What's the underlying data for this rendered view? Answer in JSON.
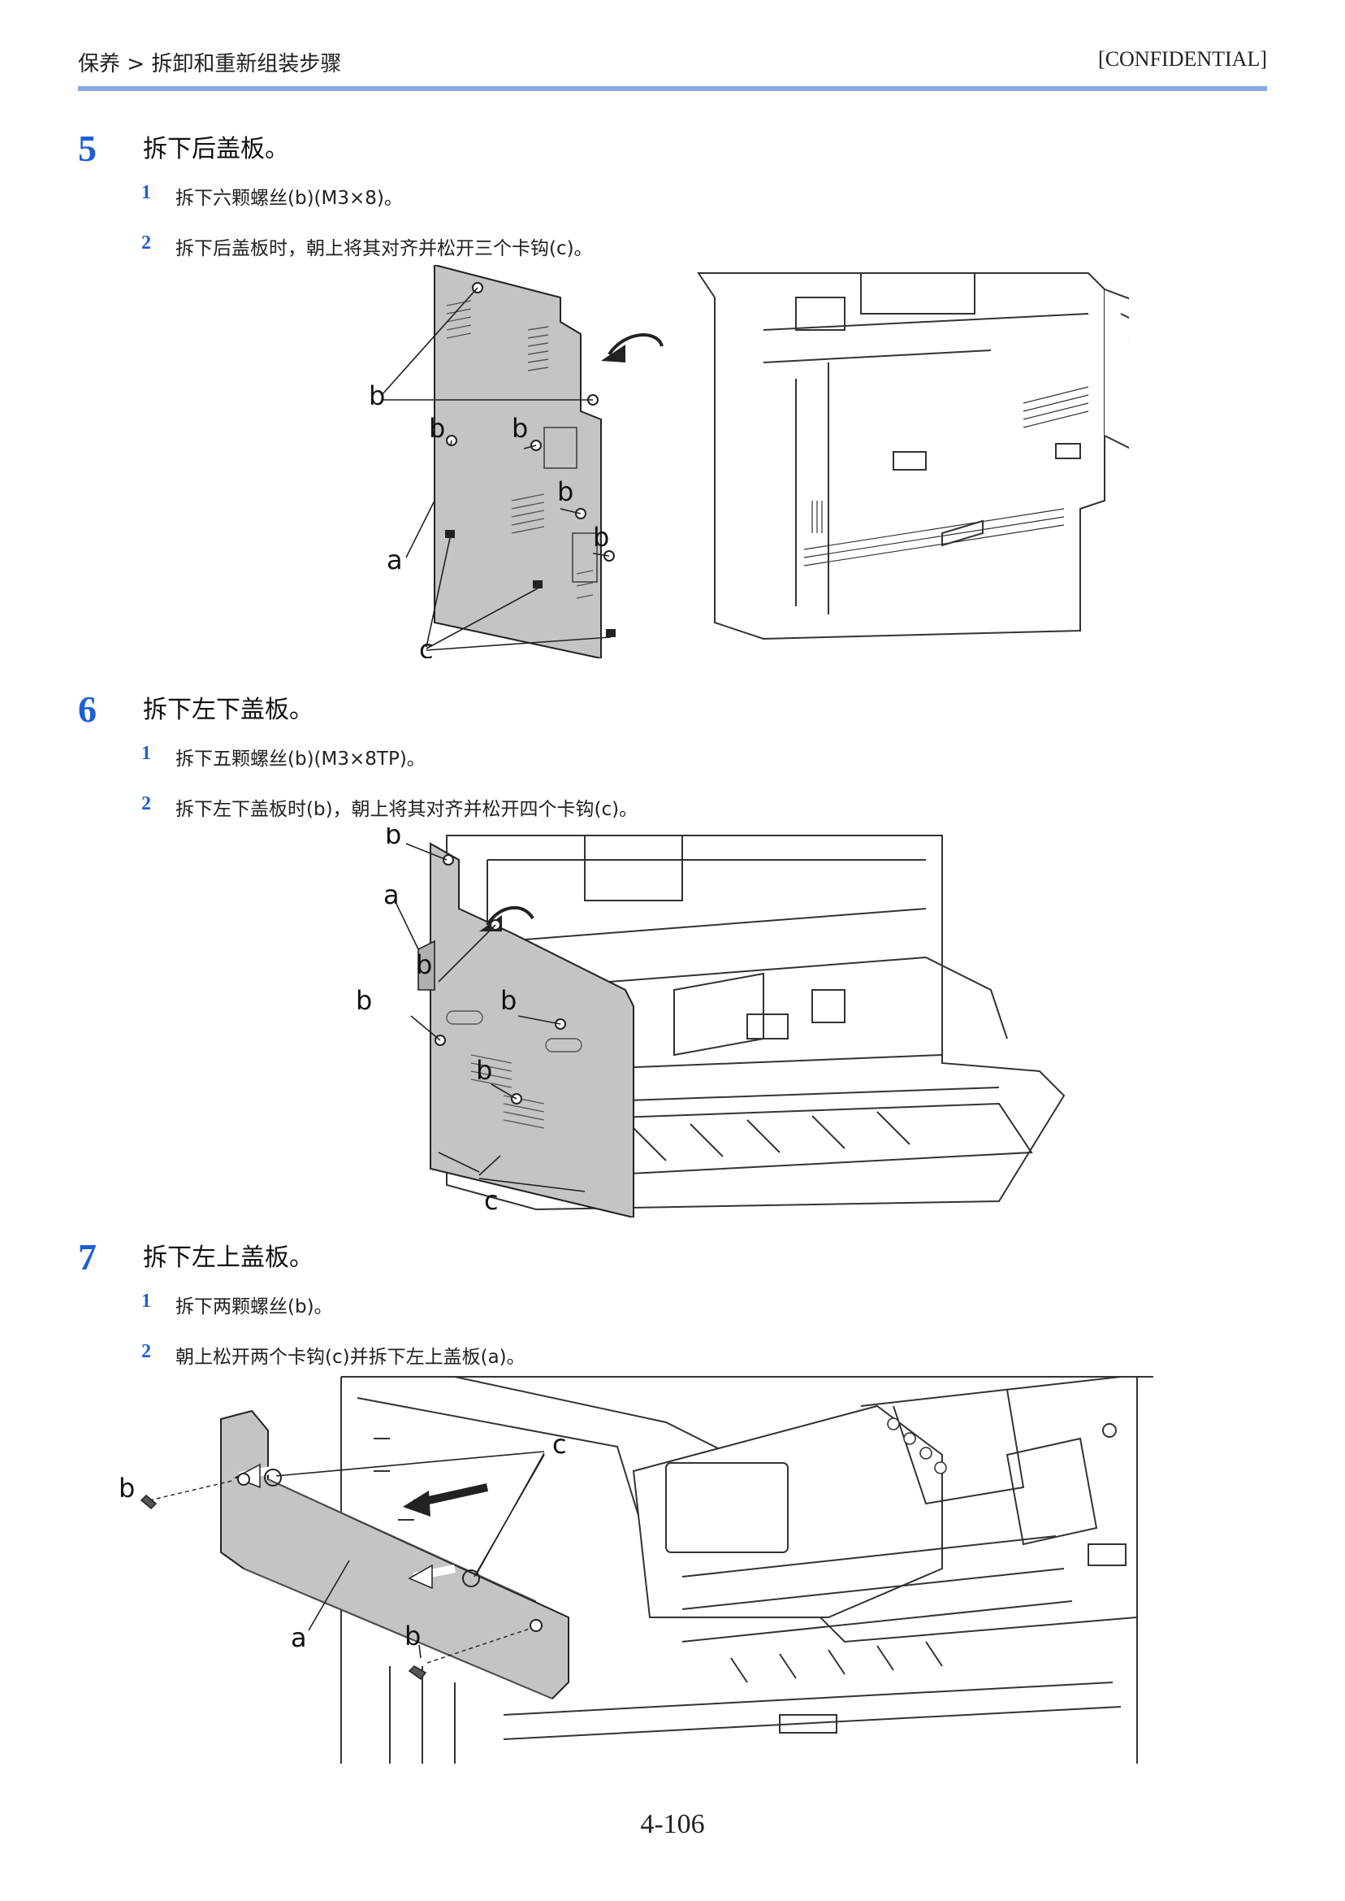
{
  "header": {
    "breadcrumb": "保养 > 拆卸和重新组装步骤",
    "confidential": "[CONFIDENTIAL]"
  },
  "steps": [
    {
      "number": "5",
      "title": "拆下后盖板。",
      "substeps": [
        {
          "number": "1",
          "text": "拆下六颗螺丝(b)(M3×8)。"
        },
        {
          "number": "2",
          "text": "拆下后盖板时，朝上将其对齐并松开三个卡钩(c)。"
        }
      ],
      "figure_labels": {
        "a": "a",
        "b": "b",
        "c": "c"
      }
    },
    {
      "number": "6",
      "title": "拆下左下盖板。",
      "substeps": [
        {
          "number": "1",
          "text": "拆下五颗螺丝(b)(M3×8TP)。"
        },
        {
          "number": "2",
          "text": "拆下左下盖板时(b)，朝上将其对齐并松开四个卡钩(c)。"
        }
      ],
      "figure_labels": {
        "a": "a",
        "b": "b",
        "c": "c"
      }
    },
    {
      "number": "7",
      "title": "拆下左上盖板。",
      "substeps": [
        {
          "number": "1",
          "text": "拆下两颗螺丝(b)。"
        },
        {
          "number": "2",
          "text": "朝上松开两个卡钩(c)并拆下左上盖板(a)。"
        }
      ],
      "figure_labels": {
        "a": "a",
        "b": "b",
        "c": "c"
      }
    }
  ],
  "page_number": "4-106"
}
